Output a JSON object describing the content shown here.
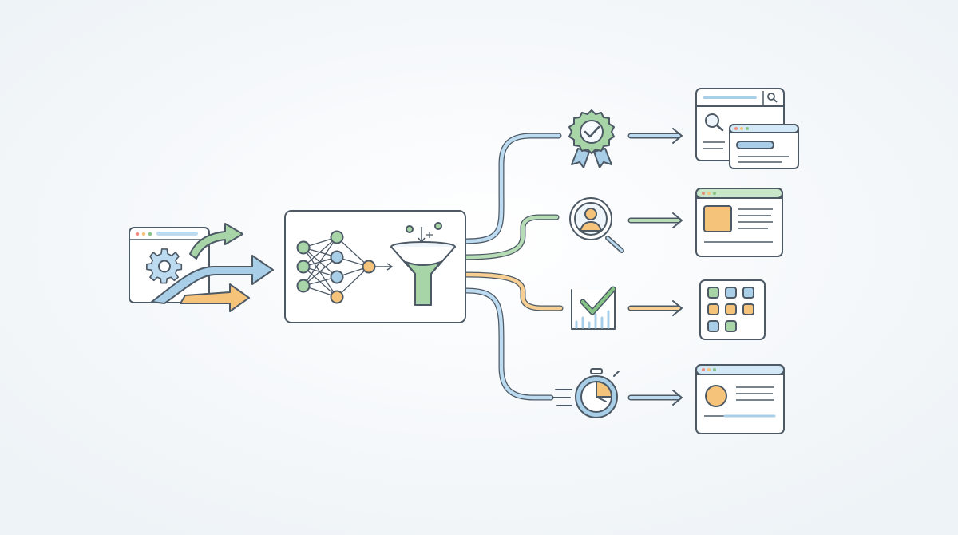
{
  "diagram": {
    "nodes": [
      {
        "id": "source",
        "icon": "browser-gear-arrows-icon"
      },
      {
        "id": "processor",
        "icon": "neural-network-funnel-icon"
      },
      {
        "id": "badge",
        "icon": "award-badge-check-icon"
      },
      {
        "id": "profile",
        "icon": "magnifier-user-icon"
      },
      {
        "id": "chart",
        "icon": "chart-check-icon"
      },
      {
        "id": "timer",
        "icon": "stopwatch-icon"
      },
      {
        "id": "search-windows",
        "icon": "search-windows-icon"
      },
      {
        "id": "profile-window",
        "icon": "profile-window-icon"
      },
      {
        "id": "grid-window",
        "icon": "grid-tiles-icon"
      },
      {
        "id": "avatar-window",
        "icon": "avatar-window-icon"
      }
    ],
    "edges": [
      {
        "from": "source",
        "to": "processor"
      },
      {
        "from": "processor",
        "to": "badge",
        "color": "blue"
      },
      {
        "from": "processor",
        "to": "profile",
        "color": "green"
      },
      {
        "from": "processor",
        "to": "chart",
        "color": "orange"
      },
      {
        "from": "processor",
        "to": "timer",
        "color": "blue"
      },
      {
        "from": "badge",
        "to": "search-windows",
        "color": "blue"
      },
      {
        "from": "profile",
        "to": "profile-window",
        "color": "green"
      },
      {
        "from": "chart",
        "to": "grid-window",
        "color": "orange"
      },
      {
        "from": "timer",
        "to": "avatar-window",
        "color": "blue"
      }
    ]
  },
  "colors": {
    "outline": "#4d5a66",
    "blue": "#a9cfe8",
    "blue_strong": "#7fb6e0",
    "green": "#a8d5a8",
    "green_strong": "#86c486",
    "orange": "#f5c37a",
    "orange_strong": "#eeaa55",
    "background": "#f3f7fa"
  }
}
